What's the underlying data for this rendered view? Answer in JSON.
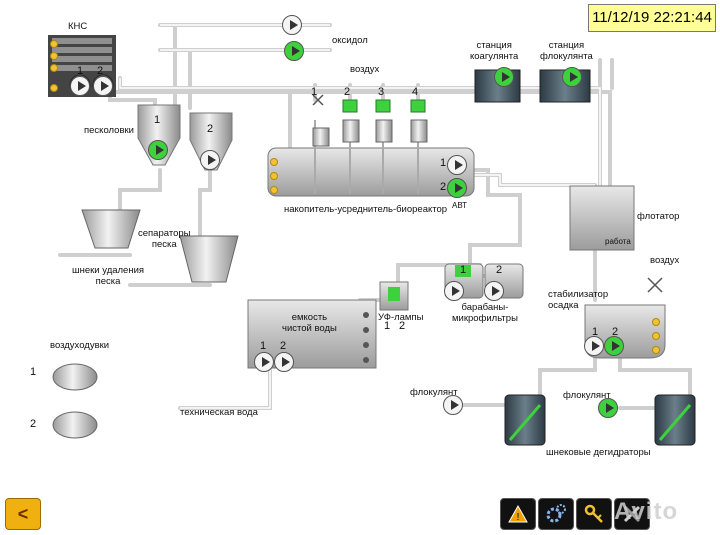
{
  "clock": "11/12/19 22:21:44",
  "labels": {
    "kns": "КНС",
    "oxidol": "оксидол",
    "air_top": "воздух",
    "sand_traps": "песколовки",
    "separators": "сепараторы\nпеска",
    "sand_screws": "шнеки удаления\nпеска",
    "bioreactor": "накопитель-усреднитель-биореактор",
    "avt": "АВТ",
    "coag_station": "станция\nкоагулянта",
    "floc_station": "станция\nфлокулянта",
    "flotator": "флотатор",
    "flotator_status": "работа",
    "air_right": "воздух",
    "stabilizer": "стабилизатор\nосадка",
    "drum_filters": "барабаны-\nмикрофильтры",
    "uv_lamps": "УФ-лампы",
    "clean_tank": "емкость\nчистой воды",
    "blowers": "воздуходувки",
    "tech_water": "техническая вода",
    "flocculant_1": "флокулянт",
    "flocculant_2": "флокулянт",
    "screw_degidrators": "шнековые дегидраторы"
  },
  "numbers": {
    "kns_1": "1",
    "kns_2": "2",
    "sand_1": "1",
    "sand_2": "2",
    "aer_1": "1",
    "aer_2": "2",
    "aer_3": "3",
    "aer_4": "4",
    "bio_p1": "1",
    "bio_p2": "2",
    "drum_1": "1",
    "drum_2": "2",
    "uv_1": "1",
    "uv_2": "2",
    "clean_1": "1",
    "clean_2": "2",
    "stab_1": "1",
    "stab_2": "2",
    "blower_1": "1",
    "blower_2": "2"
  },
  "toolbar": {
    "back": "<"
  },
  "watermark": "Avito",
  "colors": {
    "accent_green": "#3dd13d",
    "clock_bg": "#ffff96",
    "dot": "#f1c232"
  }
}
